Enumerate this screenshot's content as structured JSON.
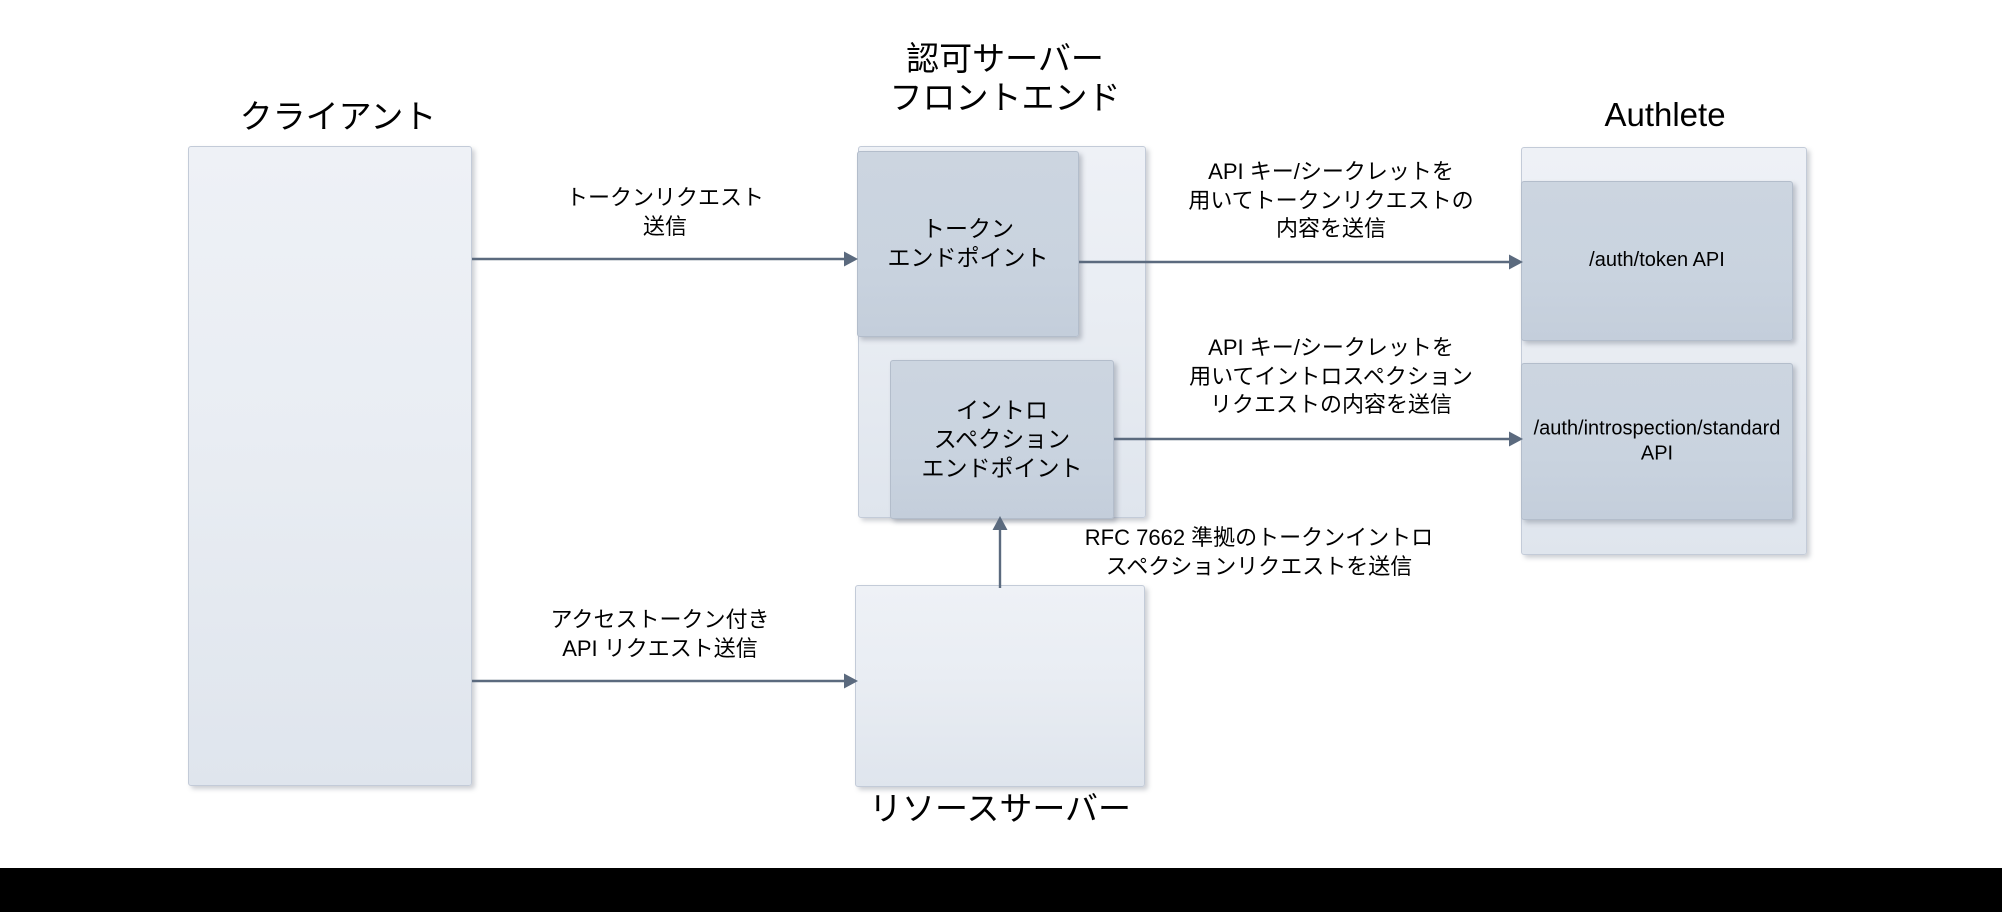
{
  "diagram": {
    "title_client": "クライアント",
    "title_auth_server": "認可サーバー\nフロントエンド",
    "title_authlete": "Authlete",
    "title_resource_server": "リソースサーバー"
  },
  "boxes": {
    "client": {
      "label": ""
    },
    "auth_server_container": {
      "label": ""
    },
    "token_endpoint": {
      "label": "トークン\nエンドポイント"
    },
    "introspection_endpoint": {
      "label": "イントロ\nスペクション\nエンドポイント"
    },
    "resource_server": {
      "label": ""
    },
    "authlete_container": {
      "label": ""
    },
    "auth_token_api": {
      "label": "/auth/token API"
    },
    "auth_introspection_api": {
      "label": "/auth/introspection/standard\nAPI"
    }
  },
  "arrows": [
    {
      "id": "client-to-token-endpoint",
      "caption": "トークンリクエスト\n送信"
    },
    {
      "id": "token-endpoint-to-authlete-token-api",
      "caption": "API キー/シークレットを\n用いてトークンリクエストの\n内容を送信"
    },
    {
      "id": "introspection-endpoint-to-authlete-introspection-api",
      "caption": "API キー/シークレットを\n用いてイントロスペクション\nリクエストの内容を送信"
    },
    {
      "id": "resource-server-to-introspection-endpoint",
      "caption": "RFC 7662 準拠のトークンイントロ\nスペクションリクエストを送信"
    },
    {
      "id": "client-to-resource-server",
      "caption": "アクセストークン付き\nAPI リクエスト送信"
    }
  ],
  "colors": {
    "pale_box_fill": "#e9edf3",
    "deep_box_fill": "#c9d3df",
    "box_border": "#c3cbd8",
    "arrow_stroke": "#5b6a7e",
    "text": "#000000",
    "background": "#ffffff",
    "bottom_bar": "#000000"
  }
}
